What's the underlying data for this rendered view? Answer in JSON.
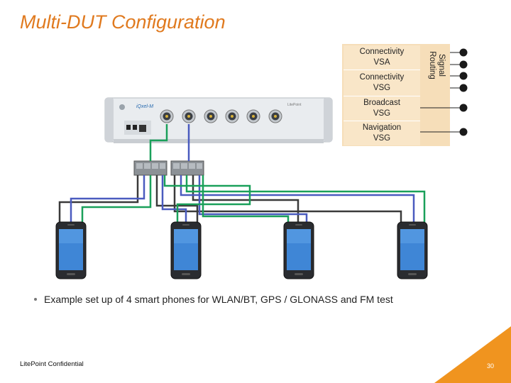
{
  "title": "Multi-DUT Configuration",
  "instrument": {
    "brand_logo": "iQxel-M",
    "secondary_logo": "LitePoint",
    "port_count": 6
  },
  "modules": [
    "Connectivity\nVSA",
    "Connectivity\nVSG",
    "Broadcast\nVSG",
    "Navigation\nVSG"
  ],
  "routing_label": "Signal\nRouting",
  "bullet": "Example set up of 4 smart phones for WLAN/BT, GPS / GLONASS and FM test",
  "footer": "LitePoint Confidential",
  "page_number": "30",
  "dut_count": 4,
  "colors": {
    "title": "#e07a1f",
    "accent_orange": "#f0941f",
    "module_fill": "#f9e6c8",
    "panel_fill": "#f6deb9",
    "cable_green": "#1aa05a",
    "cable_blue": "#4a5bbf",
    "cable_dark": "#3a3a3a"
  }
}
